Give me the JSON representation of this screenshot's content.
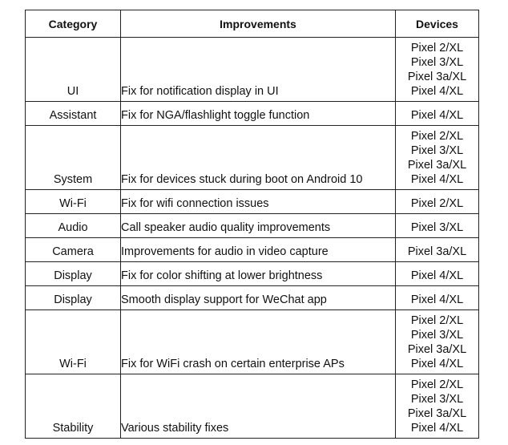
{
  "headers": {
    "category": "Category",
    "improvements": "Improvements",
    "devices": "Devices"
  },
  "rows": [
    {
      "category": "UI",
      "improvement": "Fix for notification display in UI",
      "devices": [
        "Pixel 2/XL",
        "Pixel 3/XL",
        "Pixel 3a/XL",
        "Pixel 4/XL"
      ]
    },
    {
      "category": "Assistant",
      "improvement": "Fix for NGA/flashlight toggle function",
      "devices": [
        "Pixel 4/XL"
      ]
    },
    {
      "category": "System",
      "improvement": "Fix for devices stuck during boot on Android 10",
      "devices": [
        "Pixel 2/XL",
        "Pixel 3/XL",
        "Pixel 3a/XL",
        "Pixel 4/XL"
      ]
    },
    {
      "category": "Wi-Fi",
      "improvement": "Fix for wifi connection issues",
      "devices": [
        "Pixel 2/XL"
      ]
    },
    {
      "category": "Audio",
      "improvement": "Call speaker audio quality improvements",
      "devices": [
        "Pixel 3/XL"
      ]
    },
    {
      "category": "Camera",
      "improvement": "Improvements for audio in video capture",
      "devices": [
        "Pixel 3a/XL"
      ]
    },
    {
      "category": "Display",
      "improvement": "Fix for color shifting at lower brightness",
      "devices": [
        "Pixel 4/XL"
      ]
    },
    {
      "category": "Display",
      "improvement": "Smooth display support for WeChat app",
      "devices": [
        "Pixel 4/XL"
      ]
    },
    {
      "category": "Wi-Fi",
      "improvement": "Fix for WiFi crash on certain enterprise APs",
      "devices": [
        "Pixel 2/XL",
        "Pixel 3/XL",
        "Pixel 3a/XL",
        "Pixel 4/XL"
      ]
    },
    {
      "category": "Stability",
      "improvement": "Various stability fixes",
      "devices": [
        "Pixel 2/XL",
        "Pixel 3/XL",
        "Pixel 3a/XL",
        "Pixel 4/XL"
      ]
    }
  ]
}
